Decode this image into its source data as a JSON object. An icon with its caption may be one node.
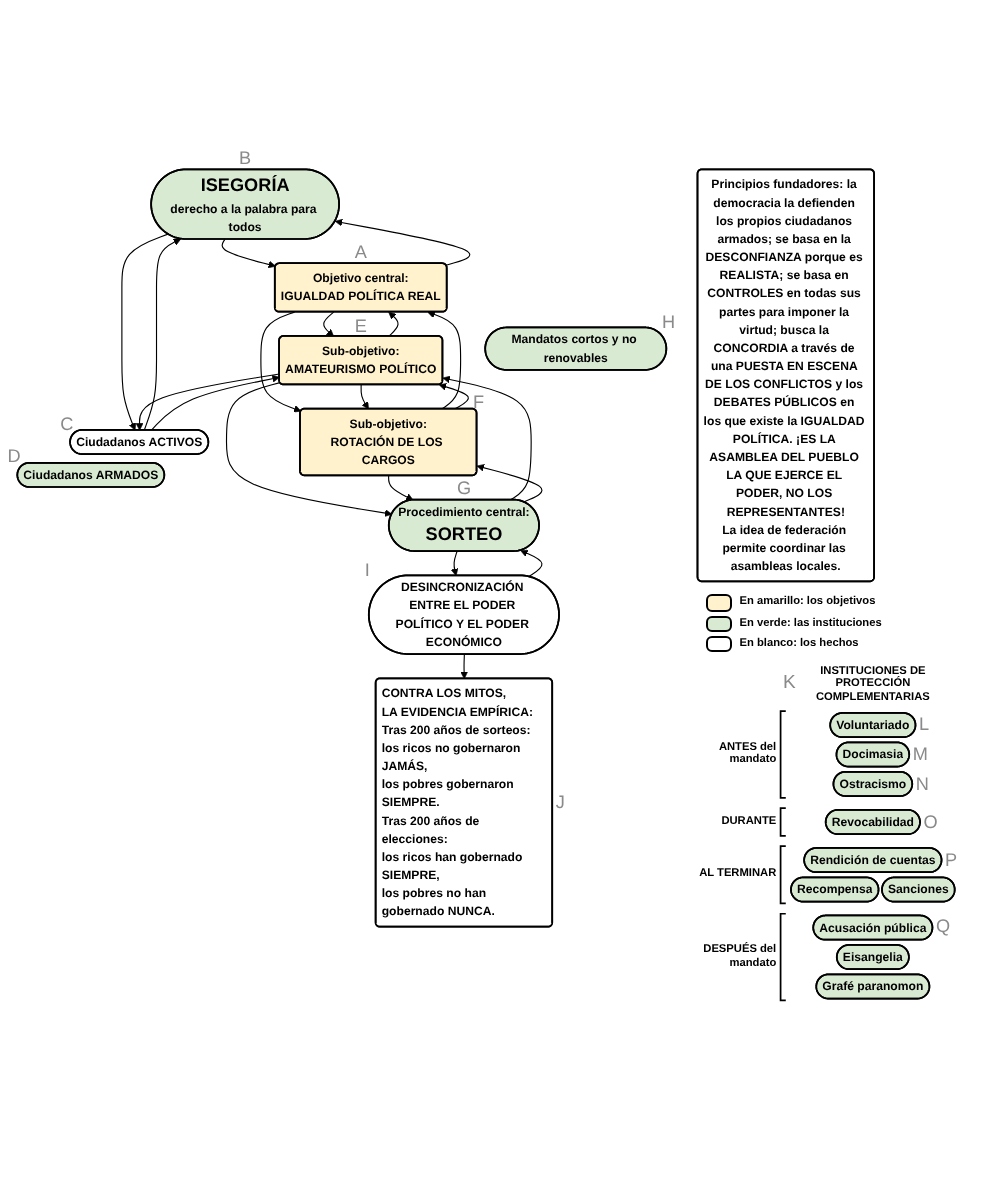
{
  "diagram": {
    "nodes": [
      {
        "text": [
          "Principios fundadores: la democracia la defienden los propios ciudadanos armados; se basa en la DESCONFIANZA porque es REALISTA; se basa en CONTROLES en todas sus partes para imponer la virtud; busca la CONCORDIA a través de una PUESTA EN ESCENA DE LOS CONFLICTOS y los DEBATES PÚBLICOS en los que existe la IGUALDAD POLÍTICA. ¡ES LA ASAMBLEA DEL PUEBLO LA QUE EJERCE EL PODER, NO LOS REPRESENTANTES!",
          "La idea de federación permite coordinar las asambleas locales."
        ]
      },
      {
        "text": [
          "ISEGORÍA",
          "derecho a la palabra para todos"
        ],
        "beside": [
          "B"
        ]
      },
      {
        "text": [
          "Objetivo central:",
          "IGUALDAD POLÍTICA REAL"
        ],
        "beside": [
          "A"
        ]
      },
      {
        "text": [
          "Ciudadanos ACTIVOS"
        ],
        "beside": [
          "C"
        ]
      },
      {
        "text": [
          "Ciudadanos ARMADOS"
        ],
        "beside": [
          "D"
        ]
      },
      {
        "text": [
          "Sub-objetivo:",
          "AMATEURISMO POLÍTICO"
        ],
        "beside": [
          "E"
        ]
      },
      {
        "text": [
          "Sub-objetivo:",
          "ROTACIÓN DE LOS CARGOS"
        ],
        "beside": [
          "F"
        ]
      },
      {
        "text": [
          "Mandatos cortos y no renovables"
        ],
        "beside": [
          "H"
        ]
      },
      {
        "text": [
          "Procedimiento central:",
          "SORTEO"
        ],
        "beside": [
          "G"
        ]
      },
      {
        "text": [
          "DESINCRONIZACIÓN ENTRE EL PODER POLÍTICO Y EL PODER ECONÓMICO"
        ],
        "beside": [
          "I"
        ]
      },
      {
        "text": [
          "CONTRA LOS MITOS,",
          "LA EVIDENCIA EMPÍRICA:",
          "Tras 200 años de sorteos:",
          "los ricos no gobernaron JAMÁS,",
          "los pobres gobernaron SIEMPRE.",
          "Tras 200 años de elecciones:",
          "los ricos han gobernado SIEMPRE,",
          "los pobres no han gobernado NUNCA."
        ],
        "beside": [
          "J"
        ]
      },
      {
        "text": [
          "Voluntariado"
        ],
        "beside": [
          "L"
        ]
      },
      {
        "text": [
          "Docimasia"
        ],
        "beside": [
          "M"
        ]
      },
      {
        "text": [
          "Ostracismo"
        ],
        "beside": [
          "N"
        ]
      },
      {
        "text": [
          "Revocabilidad"
        ],
        "beside": [
          "O"
        ]
      },
      {
        "text": [
          "Rendición de cuentas"
        ],
        "beside": [
          "P"
        ]
      },
      {
        "text": [
          "Recompensa"
        ]
      },
      {
        "text": [
          "Sanciones"
        ]
      },
      {
        "text": [
          "Acusación pública"
        ],
        "beside": [
          "Q"
        ]
      },
      {
        "text": [
          "Eisangelia"
        ]
      },
      {
        "text": [
          "Grafé paranomon"
        ]
      }
    ],
    "edges": [
      {
        "from": 1,
        "to": 2,
        "arrow": "to"
      },
      {
        "from": 2,
        "to": 1,
        "arrow": "to"
      },
      {
        "from": 1,
        "to": 3,
        "arrow": "to"
      },
      {
        "from": 3,
        "to": 1,
        "arrow": "to"
      },
      {
        "from": 2,
        "to": 5,
        "arrow": "to"
      },
      {
        "from": 5,
        "to": 2,
        "arrow": "to"
      },
      {
        "from": 2,
        "to": 6,
        "arrow": "to"
      },
      {
        "from": 6,
        "to": 2,
        "arrow": "to"
      },
      {
        "from": 5,
        "to": 6,
        "arrow": "to"
      },
      {
        "from": 6,
        "to": 5,
        "arrow": "to"
      },
      {
        "from": 3,
        "to": 5,
        "arrow": "to"
      },
      {
        "from": 5,
        "to": 3,
        "arrow": "to"
      },
      {
        "from": 5,
        "to": 8,
        "arrow": "to"
      },
      {
        "from": 8,
        "to": 5,
        "arrow": "to"
      },
      {
        "from": 6,
        "to": 8,
        "arrow": "to"
      },
      {
        "from": 8,
        "to": 6,
        "arrow": "to"
      },
      {
        "from": 8,
        "to": 9,
        "arrow": "to"
      },
      {
        "from": 9,
        "to": 8,
        "arrow": "to"
      },
      {
        "from": 9,
        "to": 10,
        "arrow": "to"
      }
    ],
    "labels": [
      "K",
      "INSTITUCIONES DE PROTECCIÓN COMPLEMENTARIAS",
      "ANTES del mandato",
      "DURANTE",
      "AL TERMINAR",
      "DESPUÉS del mandato"
    ],
    "legend": [
      {
        "text": "En amarillo: los objetivos",
        "color": "#fff2cc"
      },
      {
        "text": "En verde: las instituciones",
        "color": "#d9ead3"
      },
      {
        "text": "En blanco: los hechos",
        "color": "#ffffff"
      }
    ]
  }
}
